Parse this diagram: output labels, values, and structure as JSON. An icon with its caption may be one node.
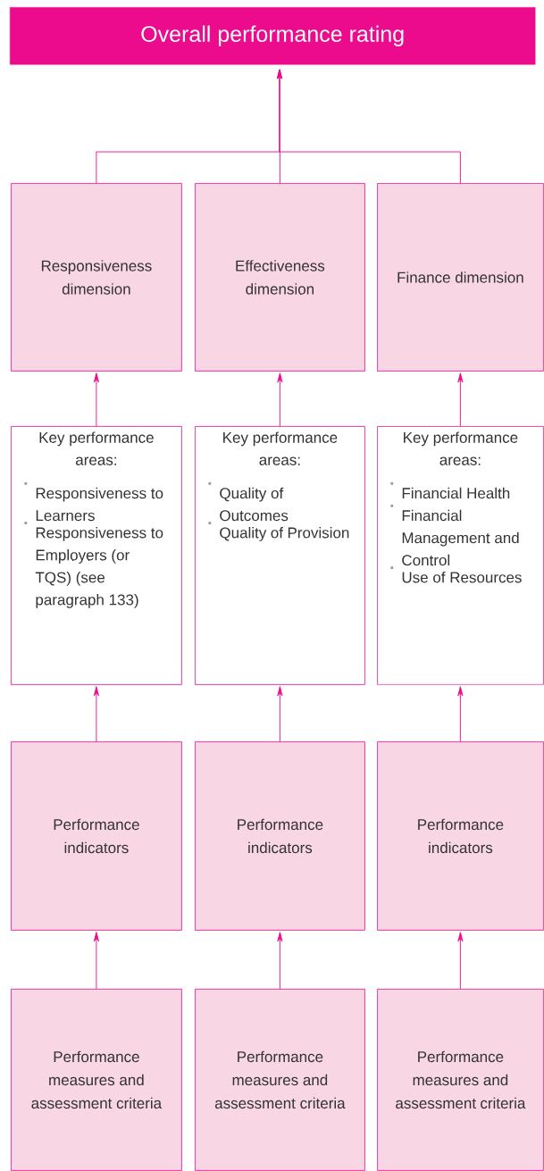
{
  "diagram": {
    "nodes": [
      {
        "text": [
          "Overall performance rating"
        ]
      },
      {
        "text": [
          "Responsiveness dimension"
        ]
      },
      {
        "text": [
          "Effectiveness dimension"
        ]
      },
      {
        "text": [
          "Finance dimension"
        ]
      },
      {
        "text": [
          "Key performance areas:",
          "Responsiveness to Learners",
          "Responsiveness to Employers (or TQS) (see paragraph 133)"
        ]
      },
      {
        "text": [
          "Key performance areas:",
          "Quality of Outcomes",
          "Quality of Provision"
        ]
      },
      {
        "text": [
          "Key performance areas:",
          "Financial Health",
          "Financial Management and Control",
          "Use of Resources"
        ]
      },
      {
        "text": [
          "Performance indicators"
        ]
      },
      {
        "text": [
          "Performance indicators"
        ]
      },
      {
        "text": [
          "Performance indicators"
        ]
      },
      {
        "text": [
          "Performance measures and assessment criteria"
        ]
      },
      {
        "text": [
          "Performance measures and assessment criteria"
        ]
      },
      {
        "text": [
          "Performance measures and assessment criteria"
        ]
      }
    ],
    "edges": [
      {
        "from": 1,
        "to": 0,
        "arrow": "to"
      },
      {
        "from": 2,
        "to": 0,
        "arrow": "to"
      },
      {
        "from": 3,
        "to": 0,
        "arrow": "to"
      },
      {
        "from": 4,
        "to": 1,
        "arrow": "to"
      },
      {
        "from": 5,
        "to": 2,
        "arrow": "to"
      },
      {
        "from": 6,
        "to": 3,
        "arrow": "to"
      },
      {
        "from": 7,
        "to": 4,
        "arrow": "to"
      },
      {
        "from": 8,
        "to": 5,
        "arrow": "to"
      },
      {
        "from": 9,
        "to": 6,
        "arrow": "to"
      },
      {
        "from": 10,
        "to": 7,
        "arrow": "to"
      },
      {
        "from": 11,
        "to": 8,
        "arrow": "to"
      },
      {
        "from": 12,
        "to": 9,
        "arrow": "to"
      }
    ]
  }
}
